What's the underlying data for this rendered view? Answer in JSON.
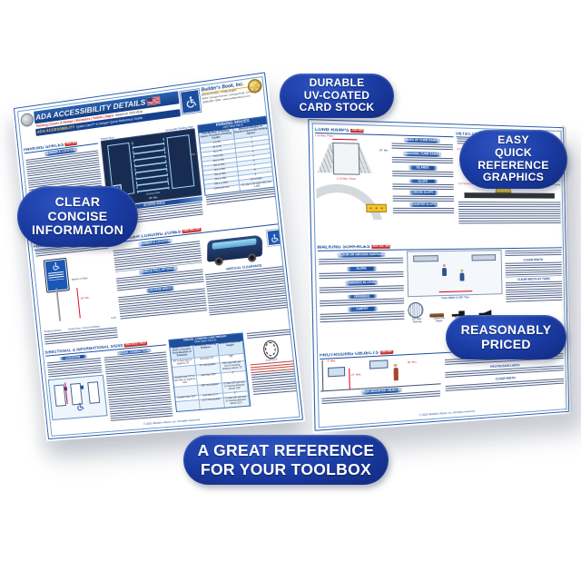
{
  "badges": {
    "color": "#1b3da6",
    "durable": [
      "DURABLE",
      "UV-COATED",
      "CARD STOCK"
    ],
    "clear": [
      "CLEAR",
      "CONCISE",
      "INFORMATION"
    ],
    "easy": [
      "EASY",
      "QUICK",
      "REFERENCE",
      "GRAPHICS"
    ],
    "priced": [
      "REASONABLY",
      "PRICED"
    ],
    "toolbox": [
      "A GREAT REFERENCE",
      "FOR YOUR TOOLBOX"
    ]
  },
  "copyright": "© 2021 Builder's Book, Inc. All rights reserved.",
  "front_card": {
    "title": "ADA ACCESSIBILITY DETAILS",
    "topics": "Parking | Doors & Ramps | Elevators | Toilets | Signs",
    "basis": "Based on 2010 ADA",
    "subtitle_em": "ADA ACCESSIBILITY",
    "subtitle_rest": "Quick-Card™ A Unique Quick Reference Guide",
    "publisher": {
      "name": "Builder's Book, Inc.",
      "line1": "BOOKSTORE + PUBLISHER",
      "line2": "8001 Canoga Avenue, Canoga Park, CA 91304",
      "line3": "(818) 887-7828 · www.buildersbook.com"
    },
    "parking_spaces": {
      "title": "PARKING SPACES",
      "ref": "ADA 208",
      "sub": "NUMBER & LOCATION"
    },
    "parking_diagram": {
      "label_tl": "Wheel Stop",
      "label_tr": "Accessible Parking Sign",
      "label_curb": "Curb",
      "label_aisle": "Access Aisle",
      "label_width": "96\" Min.",
      "bar": "ACCESS AISLE"
    },
    "parking_table": {
      "title": "PARKING SPACES",
      "ref": "(ADA Table 208.2)",
      "col1": "Total Number of Parking Spaces Provided in Parking Facility",
      "col2": "Minimum Number of Required Accessible Parking Spaces",
      "rows": [
        [
          "1 to 25",
          "1"
        ],
        [
          "26 to 50",
          "2"
        ],
        [
          "51 to 75",
          "3"
        ],
        [
          "76 to 100",
          "4"
        ],
        [
          "101 to 150",
          "5"
        ],
        [
          "151 to 200",
          "6"
        ],
        [
          "201 to 300",
          "7"
        ],
        [
          "301 to 400",
          "8"
        ],
        [
          "401 to 500",
          "9"
        ],
        [
          "501 to 1,000",
          "2% of total"
        ],
        [
          "1,001 and over",
          "20, plus 1 for each 100 over 1,000"
        ]
      ]
    },
    "parking_signs": {
      "title": "PARKING SIGNS",
      "ref": "ADA 502.6",
      "label1": "Bottom of Sign",
      "label2": "60\" Min.",
      "label3": "Finish Floor / Ground Surface",
      "label4": "Parking Surface",
      "label5": "Curb"
    },
    "loading_zones": {
      "title": "PASSENGER LOADING ZONES",
      "ref": "ADA 209, 503",
      "sub1": "NUMBER & LOCATION",
      "sub2": "VEHICLE PULL-UP SPACE",
      "sub3": "ACCESS AISLE",
      "side": "VERTICAL CLEARANCE"
    },
    "char_table": {
      "title": "VISUAL CHARACTER HEIGHT",
      "ref": "(ADA Table 703.5.5)",
      "col1": "Height to Finish Floor or Ground From Baseline of Character",
      "col2": "Horizontal Viewing Distance",
      "col3": "Minimum Character Height",
      "rows": [
        [
          "40\" to less than or equal to 70\"",
          "less than 72\"",
          "5/8\""
        ],
        [
          "",
          "72\" and greater",
          "5/8\" plus 1/8\" per foot of viewing distance above 72\""
        ],
        [
          "Greater than 70\" to less than or equal to 120\"",
          "less than 180\"",
          "2\""
        ],
        [
          "",
          "180\" and greater",
          "2\" plus 1/8\" per foot of viewing distance above 180\""
        ],
        [
          "Greater than 120\"",
          "less than 21 ft.",
          "3\""
        ],
        [
          "",
          "21 ft. and greater",
          "3\" plus 1/8\" per foot of viewing distance above 21 ft."
        ]
      ]
    },
    "directional": {
      "title": "DIRECTIONAL & INFORMATIONAL SIGNS",
      "ref": "ADA 216.3, 703.5",
      "sub1": "LOCATION",
      "sub2": "VISUAL CHARACTERS"
    },
    "handrail_label": "1-1/4\" to 2\""
  },
  "back_card": {
    "curb_ramps": {
      "title": "CURB RAMPS",
      "ref": "ADA 406",
      "sub1": "SIDES OF CURB RAMPS",
      "sub2": "DIAGONAL CURB RAMPS",
      "sub3": "ISLANDS",
      "sub4": "SLOPE",
      "sub5": "CROSS SLOPE",
      "sub6": "COUNTER SLOPE",
      "label1": "1:10 Max. Flare",
      "label2": "1:12 Max. Slope",
      "label3": "36\" Min."
    },
    "detectable": {
      "title": "DETECTABLE WARNINGS",
      "ref": "ADA 705",
      "label1": "0.9\" to 1.4\" Base",
      "label2": "50% to 65% of Base",
      "label3": "0.2\" Dome Height",
      "label4": "1.6\" to 2.4\" Center to Center"
    },
    "walking": {
      "title": "WALKING SURFACES",
      "ref": "ADA 402, 403",
      "sub1": "FLOOR OR GROUND SURFACE",
      "sub2": "SLOPE",
      "sub3": "CHANGES IN LEVEL",
      "sub4": "OPENINGS",
      "sub5": "CARPET",
      "sub6": "CLEAR WIDTH",
      "sub7": "CLEAR WIDTH AT TURN",
      "cap1": "Clear Width & 180° Turn",
      "cap2": "Carpet Pile Height",
      "cap3": "Vertical Change in Level",
      "cap4": "Beveled Change in Level",
      "cap5": "1/2\" Max. Opening"
    },
    "protruding": {
      "title": "PROTRUDING OBJECTS",
      "ref": "ADA 307",
      "sub1": "POST-MOUNTED OBJECTS",
      "sub2": "VERTICAL CLEARANCE",
      "sub3": "PROTRUSION LIMITS",
      "sub4": "CLEAR WIDTH",
      "label1": "27\" Max.",
      "label2": "80\" Min.",
      "label3": "4\" Max."
    }
  }
}
